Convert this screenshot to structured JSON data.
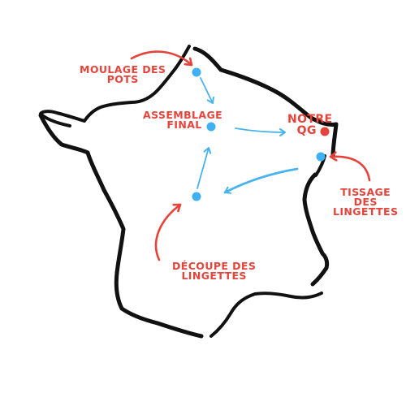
{
  "colors": {
    "outline": "#111111",
    "site_dot": "#3fb1f2",
    "hq_dot": "#e5443b",
    "flow_arrow": "#48b3ee",
    "pointer_arrow": "#e5443b",
    "label_text": "#e5443b"
  },
  "icons": {
    "site": "blue-dot-icon",
    "hq": "red-dot-icon"
  },
  "labels": {
    "moulage": [
      "MOULAGE DES",
      "POTS"
    ],
    "assemblage": [
      "ASSEMBLAGE",
      "FINAL"
    ],
    "hq": [
      "NOTRE",
      "QG"
    ],
    "tissage": [
      "TISSAGE",
      "DES",
      "LINGETTES"
    ],
    "decoupe": [
      "DÉCOUPE DES",
      "LINGETTES"
    ]
  }
}
